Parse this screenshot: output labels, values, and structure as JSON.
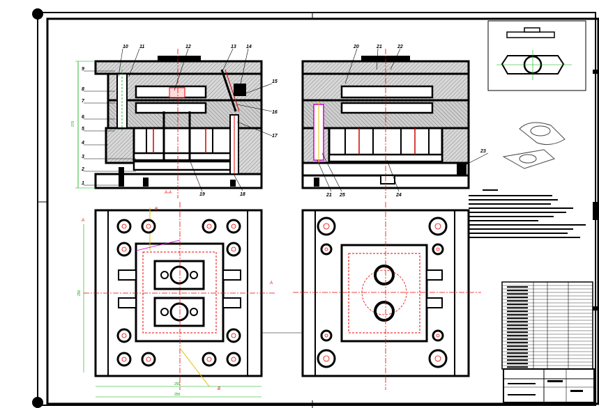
{
  "section_label": "A-A",
  "part_numbers": {
    "p1": "1",
    "p2": "2",
    "p3": "3",
    "p4": "4",
    "p5": "5",
    "p6": "6",
    "p7": "7",
    "p8": "8",
    "p9": "9",
    "p10": "10",
    "p11": "11",
    "p12": "12",
    "p13": "13",
    "p14": "14",
    "p15": "15",
    "p16": "16",
    "p17": "17",
    "p18": "18",
    "p19": "19",
    "p20": "20",
    "p21a": "21",
    "p21b": "21",
    "p22": "22",
    "p23": "23",
    "p24": "24",
    "p25": "25"
  },
  "dims": {
    "height": "270",
    "width_inner": "250",
    "width_outer": "250",
    "side": "250"
  },
  "section_marks": {
    "a1": "A",
    "a2": "A",
    "b1": "B",
    "b2": "B"
  },
  "colors": {
    "line": "#000000",
    "center": "#e00000",
    "dim": "#00a000",
    "hatch": "#444444",
    "yellow": "#e0c000",
    "magenta": "#c000c0"
  }
}
